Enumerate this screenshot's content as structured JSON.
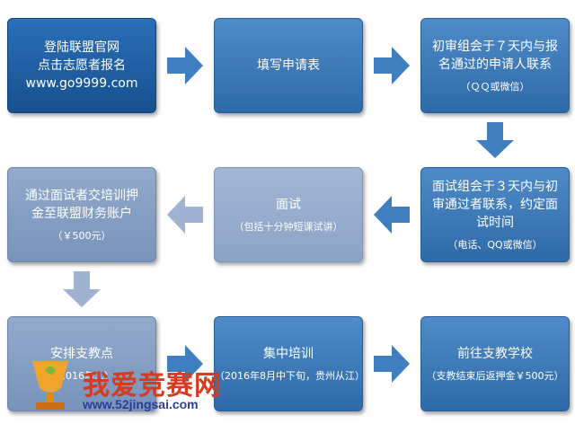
{
  "steps": [
    {
      "id": "step1",
      "lines": [
        "登陆联盟官网",
        "点击志愿者报名",
        "www.go9999.com"
      ],
      "note": ""
    },
    {
      "id": "step2",
      "lines": [
        "填写申请表"
      ],
      "note": ""
    },
    {
      "id": "step3",
      "lines": [
        "初审组会于７天内与报",
        "名通过的申请人联系"
      ],
      "note": "（ＱＱ或微信）"
    },
    {
      "id": "step4",
      "lines": [
        "面试组会于３天内与初",
        "审通过者联系，约定面",
        "试时间"
      ],
      "note": "（电话、QQ或微信）"
    },
    {
      "id": "step5",
      "lines": [
        "面试"
      ],
      "note": "（包括十分钟短课试讲）"
    },
    {
      "id": "step6",
      "lines": [
        "通过面试者交培训押",
        "金至联盟财务账户"
      ],
      "note": "（￥500元）"
    },
    {
      "id": "step7",
      "lines": [
        "安排支教点"
      ],
      "note": "（2016年…）"
    },
    {
      "id": "step8",
      "lines": [
        "集中培训"
      ],
      "note": "（2016年8月中下旬，贵州从江）"
    },
    {
      "id": "step9",
      "lines": [
        "前往支教学校"
      ],
      "note": "（支教结束后返押金￥500元）"
    }
  ],
  "watermark": {
    "title": "我爱竞赛网",
    "url": "www.52jingsai.com"
  },
  "colors": {
    "dark": "#1f5fa6",
    "mid": "#3b77b7",
    "light": "#8aa2c6",
    "arrow_blue": "#3f7fc1",
    "arrow_grey": "#9fb2cf",
    "watermark_red": "#d63a1f",
    "watermark_blue": "#2a3f92"
  }
}
